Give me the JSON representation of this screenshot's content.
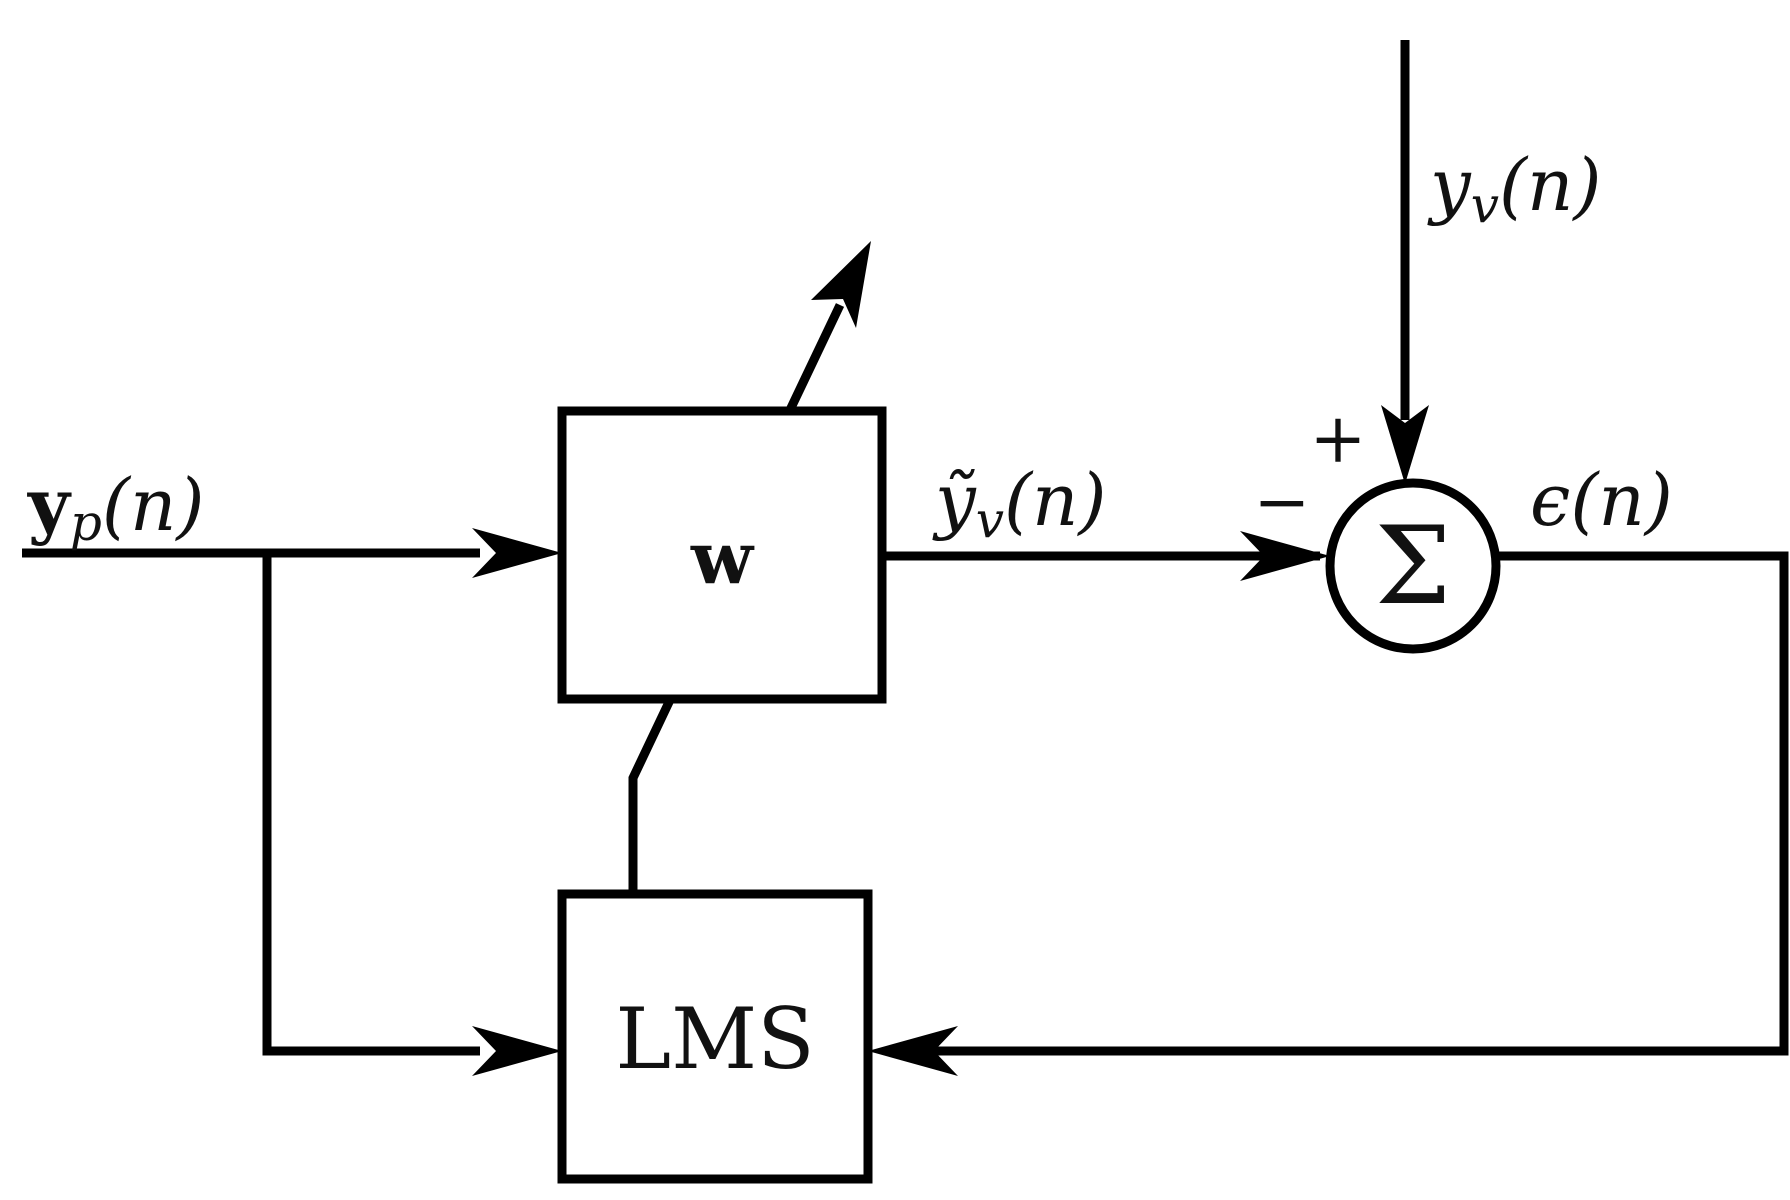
{
  "blocks": {
    "filter": {
      "symbol": "w"
    },
    "adaptation": {
      "label": "LMS"
    },
    "summer": {
      "symbol": "Σ",
      "plus_sign": "+",
      "minus_sign": "−"
    }
  },
  "signals": {
    "input": {
      "base": "y",
      "sub": "p",
      "arg": "(n)"
    },
    "desired": {
      "base": "y",
      "sub": "v",
      "arg": "(n)"
    },
    "estimate": {
      "base": "ỹ",
      "sub": "v",
      "arg": "(n)"
    },
    "error": {
      "base": "ϵ",
      "arg": "(n)"
    }
  },
  "colors": {
    "stroke": "#000000",
    "background": "#ffffff"
  }
}
